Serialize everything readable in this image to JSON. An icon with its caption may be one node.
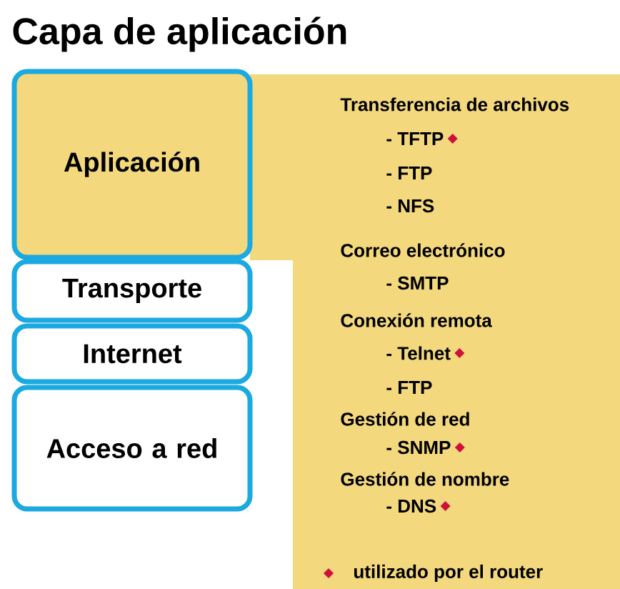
{
  "diagram": {
    "title": "Capa de aplicación",
    "nodes": [
      {
        "text": [
          "Aplicación"
        ]
      },
      {
        "text": [
          "Transporte"
        ]
      },
      {
        "text": [
          "Internet"
        ]
      },
      {
        "text": [
          "Acceso a red"
        ]
      },
      {
        "text": [
          "Transferencia de archivos",
          "- TFTP",
          "- FTP",
          "- NFS",
          "Correo electrónico",
          "- SMTP",
          "Conexión remota",
          "- Telnet",
          "- FTP",
          "Gestión de red",
          "- SNMP",
          "Gestión de nombre",
          "- DNS"
        ]
      }
    ],
    "legend": [
      {
        "text": "utilizado por el router"
      }
    ]
  }
}
